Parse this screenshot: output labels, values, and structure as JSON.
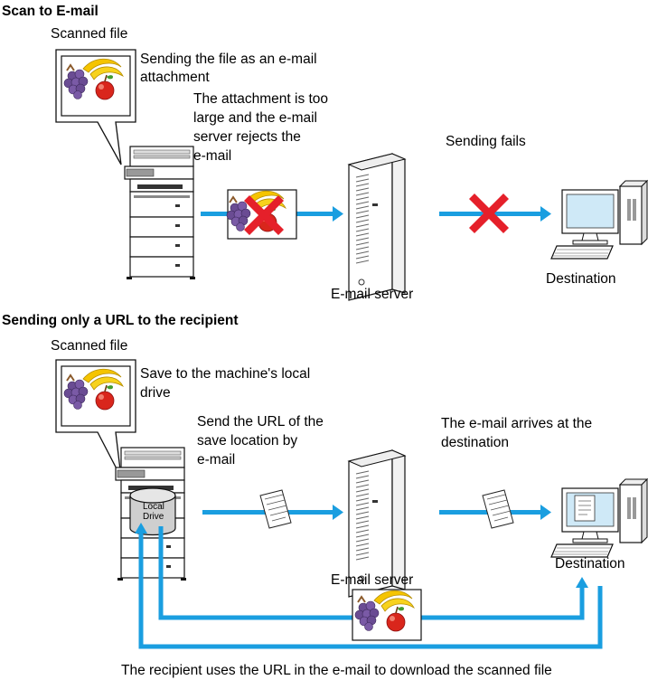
{
  "section1": {
    "title": "Scan to E-mail",
    "scanned_file": "Scanned file",
    "note_attach_1": "Sending the file as an e-mail",
    "note_attach_2": "attachment",
    "note_reject_1": "The attachment is too",
    "note_reject_2": "large and the e-mail",
    "note_reject_3": "server rejects the",
    "note_reject_4": "e-mail",
    "sending_fails": "Sending fails",
    "server_label": "E-mail server",
    "destination_label": "Destination"
  },
  "section2": {
    "title": "Sending only a URL to the recipient",
    "scanned_file": "Scanned file",
    "note_save_1": "Save to the machine's local",
    "note_save_2": "drive",
    "note_url_1": "Send the URL of the",
    "note_url_2": "save location by",
    "note_url_3": "e-mail",
    "note_arrives_1": "The e-mail arrives at the",
    "note_arrives_2": "destination",
    "drive_label_1": "Local",
    "drive_label_2": "Drive",
    "server_label": "E-mail server",
    "destination_label": "Destination",
    "download_caption": "The recipient uses the URL in the e-mail to download the scanned file"
  },
  "colors": {
    "arrow": "#1a9ee0",
    "cross": "#e5202a",
    "banana": "#f5c400",
    "grape": "#6a4c93",
    "apple": "#d9261c"
  }
}
